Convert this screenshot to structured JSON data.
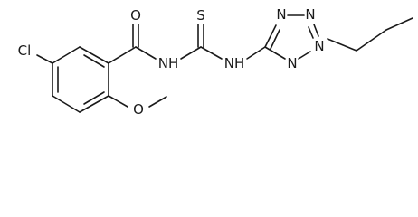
{
  "atoms": {
    "cl": "Cl",
    "o_carbonyl": "O",
    "nh_amide": "NH",
    "s_thio": "S",
    "nh_tetrazole": "NH",
    "n_ring_top_left": "N",
    "n_ring_top_right": "N",
    "n_ring_propyl": "N",
    "n_ring_bottom": "N",
    "o_methoxy": "O"
  }
}
